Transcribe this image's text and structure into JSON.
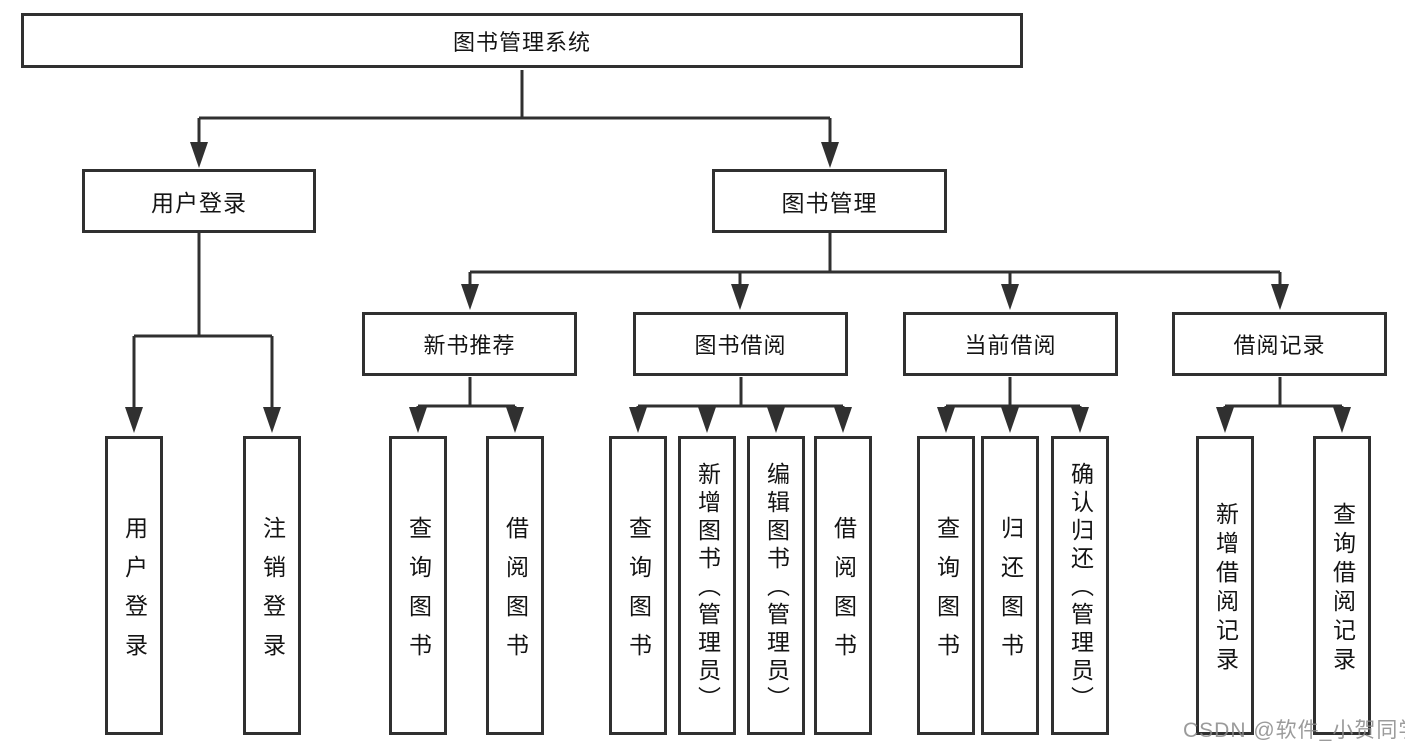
{
  "diagram": {
    "title": "图书管理系统",
    "branches": [
      {
        "label": "用户登录",
        "children": [
          {
            "label": "用户登录"
          },
          {
            "label": "注销登录"
          }
        ]
      },
      {
        "label": "图书管理",
        "children": [
          {
            "label": "新书推荐",
            "children": [
              {
                "label": "查询图书"
              },
              {
                "label": "借阅图书"
              }
            ]
          },
          {
            "label": "图书借阅",
            "children": [
              {
                "label": "查询图书"
              },
              {
                "label": "新增图书（管理员）"
              },
              {
                "label": "编辑图书（管理员）"
              },
              {
                "label": "借阅图书"
              }
            ]
          },
          {
            "label": "当前借阅",
            "children": [
              {
                "label": "查询图书"
              },
              {
                "label": "归还图书"
              },
              {
                "label": "确认归还（管理员）"
              }
            ]
          },
          {
            "label": "借阅记录",
            "children": [
              {
                "label": "新增借阅记录"
              },
              {
                "label": "查询借阅记录"
              }
            ]
          }
        ]
      }
    ]
  },
  "watermark": "CSDN @软件_小贺同学",
  "colors": {
    "line": "#303030",
    "text": "#141414",
    "watermark": "#8a8a8a"
  }
}
